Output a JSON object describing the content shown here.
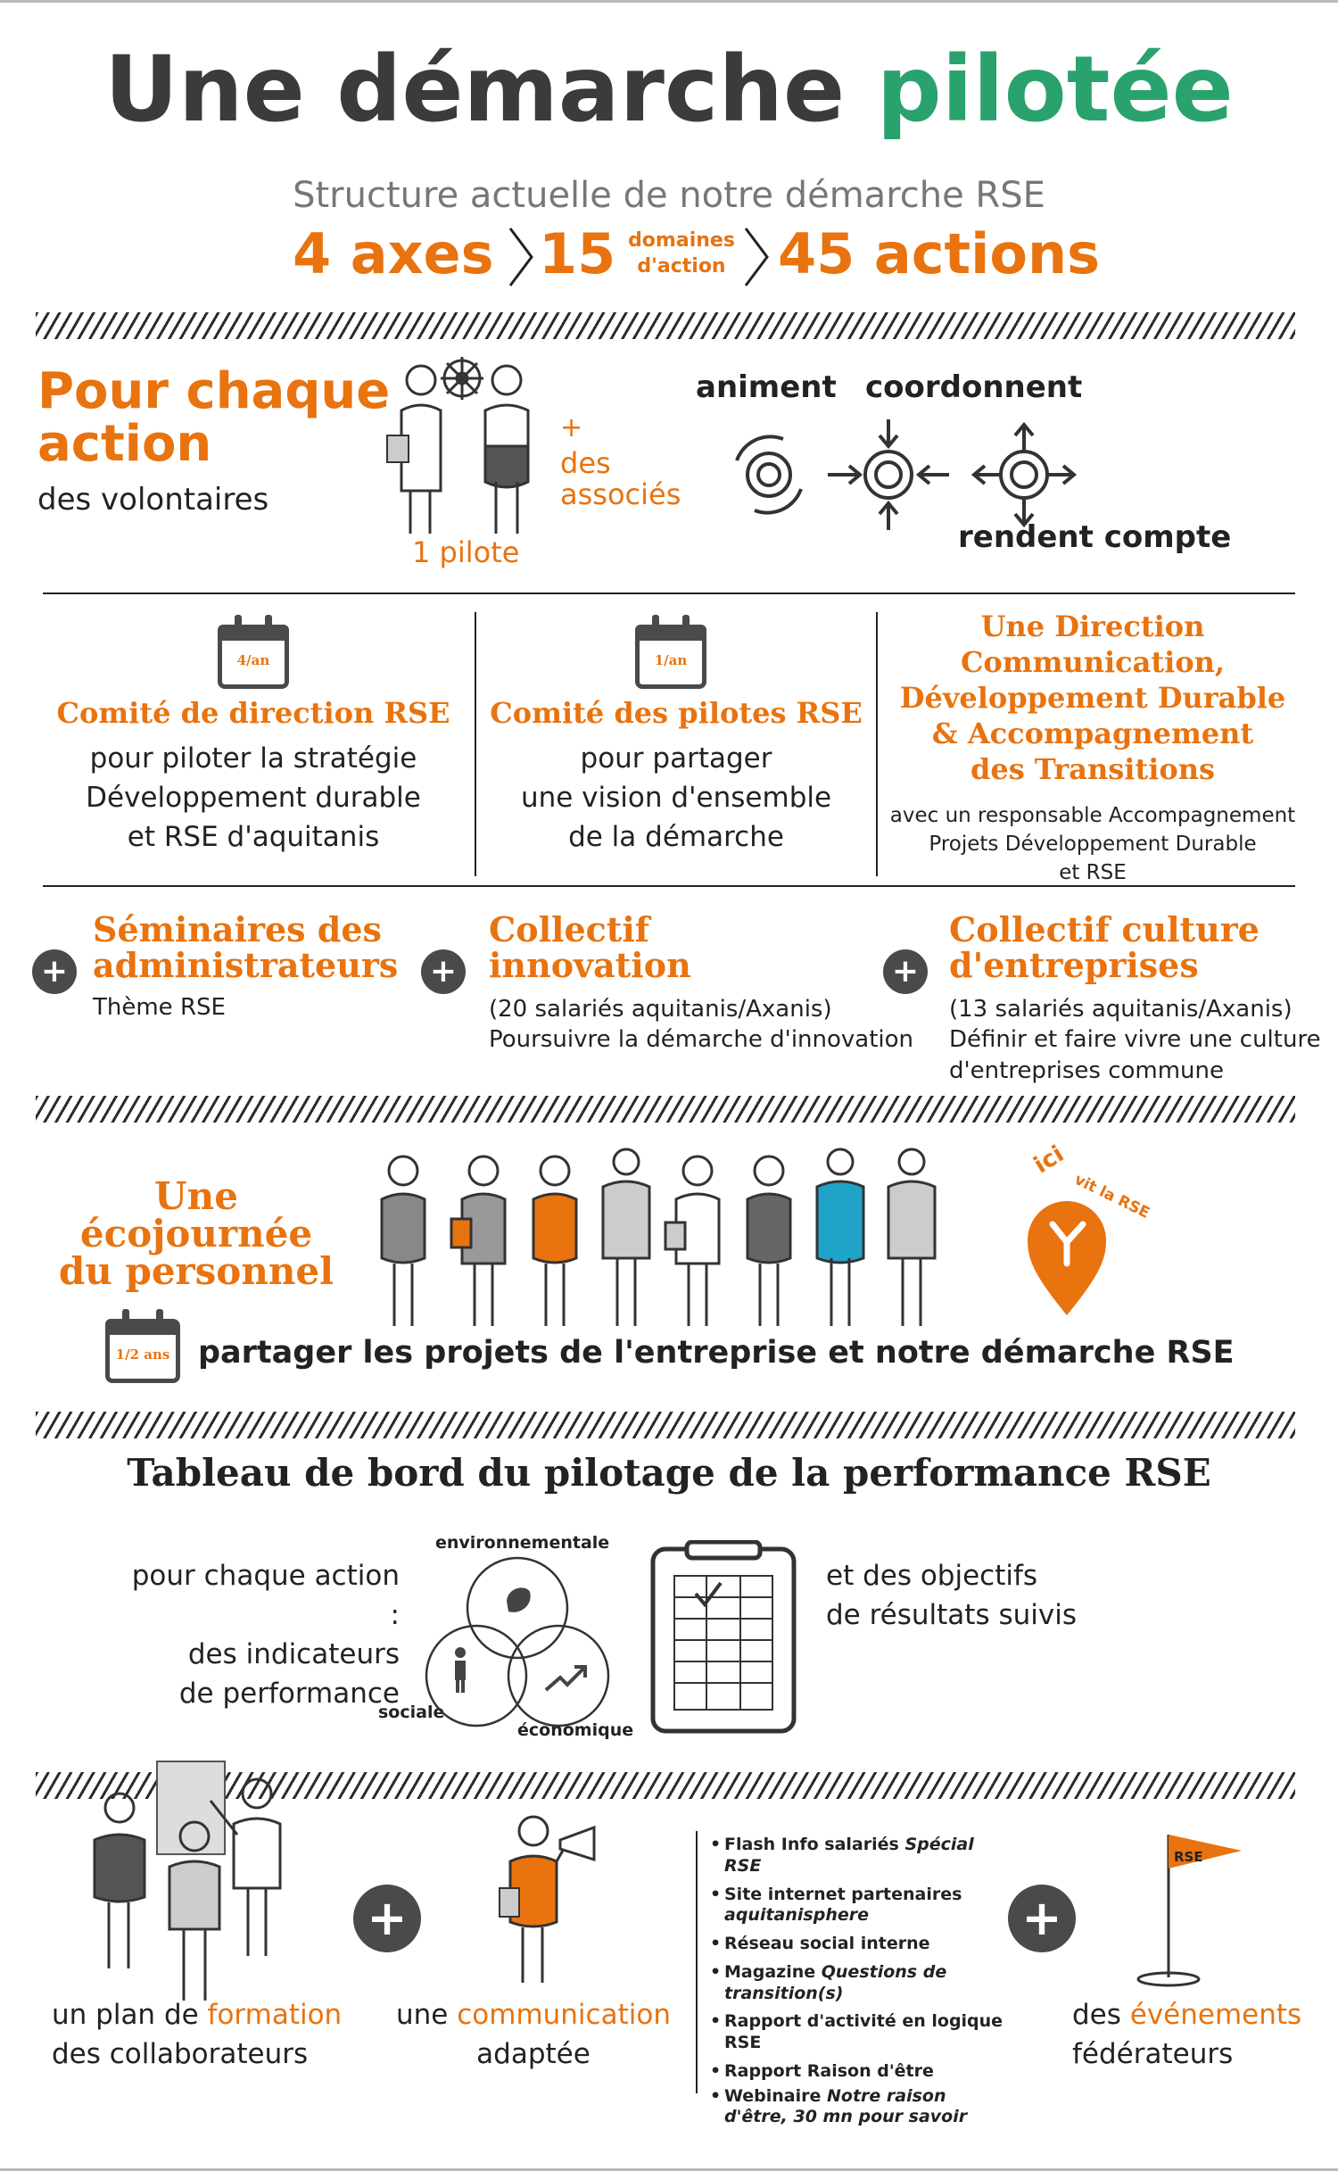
{
  "header": {
    "title_part1": "Une démarche",
    "title_part2": "pilotée",
    "subtitle": "Structure actuelle de notre démarche RSE",
    "axes": "4 axes",
    "domains_number": "15",
    "domains_label_1": "domaines",
    "domains_label_2": "d'action",
    "actions": "45 actions"
  },
  "per_action": {
    "heading_1": "Pour chaque",
    "heading_2": "action",
    "volunteers": "des volontaires",
    "pilot": "1 pilote",
    "plus": "+",
    "associates_1": "des",
    "associates_2": "associés",
    "animate": "animent",
    "coordinate": "coordonnent",
    "report": "rendent compte"
  },
  "committees": [
    {
      "cal": "4/an",
      "title": "Comité de direction RSE",
      "lines": [
        "pour piloter la stratégie",
        "Développement durable",
        "et RSE d'aquitanis"
      ]
    },
    {
      "cal": "1/an",
      "title": "Comité des pilotes RSE",
      "lines": [
        "pour partager",
        "une vision d'ensemble",
        "de la démarche"
      ]
    },
    {
      "title_lines": [
        "Une Direction",
        "Communication,",
        "Développement Durable",
        "& Accompagnement",
        "des Transitions"
      ],
      "lines": [
        "avec un responsable Accompagnement",
        "Projets Développement Durable",
        "et RSE"
      ]
    }
  ],
  "collectives": [
    {
      "title_1": "Séminaires des",
      "title_2": "administrateurs",
      "lines": [
        "Thème RSE"
      ]
    },
    {
      "title_1": "Collectif",
      "title_2": "innovation",
      "lines": [
        "(20 salariés aquitanis/Axanis)",
        "Poursuivre la démarche d'innovation"
      ]
    },
    {
      "title_1": "Collectif culture",
      "title_2": "d'entreprises",
      "lines": [
        "(13 salariés aquitanis/Axanis)",
        "Définir et faire vivre une culture",
        "d'entreprises commune"
      ]
    }
  ],
  "ecoday": {
    "title_1": "Une",
    "title_2": "écojournée",
    "title_3": "du personnel",
    "cal": "1/2 ans",
    "text": "partager les projets de l'entreprise et notre démarche RSE",
    "badge_ici": "ici",
    "badge_rest": "vit la RSE"
  },
  "dashboard": {
    "title": "Tableau de bord du pilotage de la performance RSE",
    "left_lines": [
      "pour chaque action :",
      "des indicateurs",
      "de performance"
    ],
    "env": "environnementale",
    "social": "sociale",
    "economic": "économique",
    "right_lines": [
      "et des objectifs",
      "de résultats suivis"
    ]
  },
  "bottom": {
    "training_1a": "un plan de ",
    "training_1b": "formation",
    "training_2": "des collaborateurs",
    "comm_1a": "une ",
    "comm_1b": "communication",
    "comm_2": "adaptée",
    "items": [
      {
        "a": "Flash Info salariés ",
        "b": "Spécial RSE"
      },
      {
        "a": "Site internet partenaires",
        "b": "aquitanisphere"
      },
      {
        "a": "Réseau social interne",
        "b": ""
      },
      {
        "a": "Magazine ",
        "b": "Questions de transition(s)"
      },
      {
        "a": "Rapport d'activité en logique RSE",
        "b": ""
      },
      {
        "a": "Rapport Raison d'être",
        "b": ""
      },
      {
        "a": "Webinaire ",
        "b": "Notre raison d'être, 30 mn pour savoir"
      }
    ],
    "events_1": "des ",
    "events_1b": "événements",
    "events_2": "fédérateurs",
    "flag": "RSE",
    "plus": "+"
  },
  "colors": {
    "orange": "#e8730f",
    "green": "#2aa26d",
    "dark": "#3b3b3b",
    "blue": "#1fa3c8"
  }
}
